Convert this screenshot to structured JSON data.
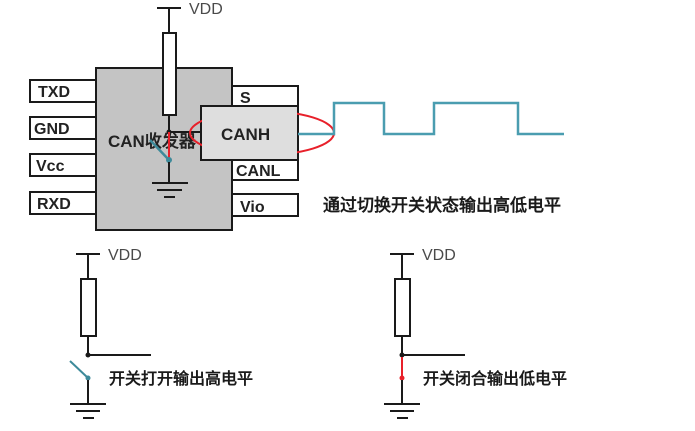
{
  "colors": {
    "chip_fill": "#c4c4c4",
    "canh_fill": "#dedede",
    "signal_wave": "#4a9db0",
    "highlight_red": "#e8202a",
    "switch_teal": "#3d8a9a",
    "line": "#1a1a1a"
  },
  "top_circuit": {
    "vdd_label": "VDD",
    "chip_label": "CAN收发器",
    "left_pins": [
      "TXD",
      "GND",
      "Vcc",
      "RXD"
    ],
    "right_pins": [
      "S",
      "CANH",
      "CANL",
      "Vio"
    ],
    "canh_label": "CANH",
    "caption": "通过切换开关状态输出高低电平"
  },
  "bottom_left": {
    "vdd_label": "VDD",
    "caption": "开关打开输出高电平",
    "switch_state": "open"
  },
  "bottom_right": {
    "vdd_label": "VDD",
    "caption": "开关闭合输出低电平",
    "switch_state": "closed"
  }
}
